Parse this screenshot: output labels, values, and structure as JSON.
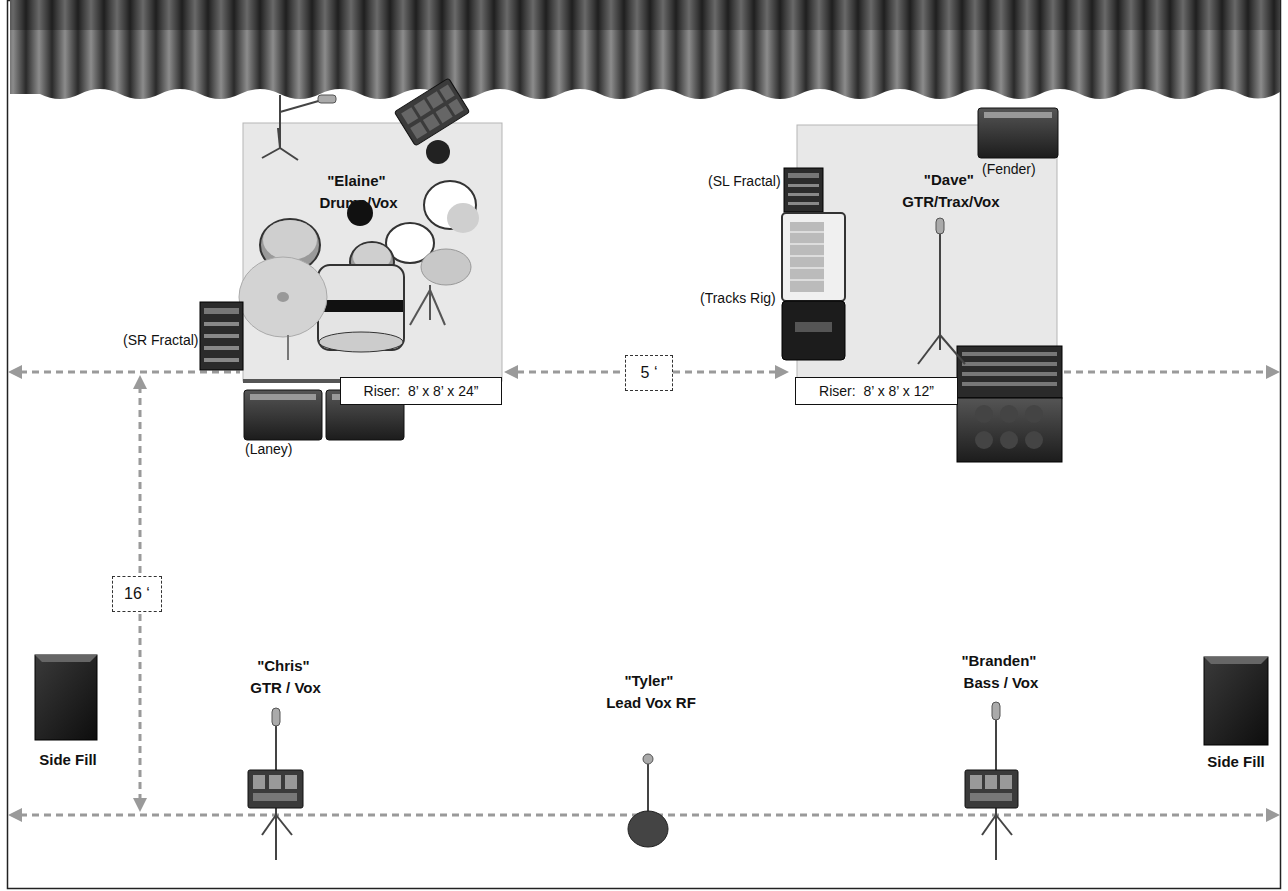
{
  "diagram": {
    "nodes": [
      {
        "text": [
          "\"Elaine\" Drums/Vox"
        ]
      },
      {
        "text": [
          "\"Dave\" GTR/Trax/Vox"
        ]
      },
      {
        "text": [
          "Riser:  8’ x 8’ x 24”"
        ]
      },
      {
        "text": [
          "5 ‘"
        ]
      },
      {
        "text": [
          "Riser:  8’ x 8’ x 12”"
        ]
      },
      {
        "text": [
          "16 ‘"
        ]
      }
    ],
    "labels": [
      "(SL Fractal)",
      "(Fender)",
      "(Tracks Rig)",
      "(SR Fractal)",
      "(Laney)",
      "\"Chris\" GTR / Vox",
      "\"Tyler\" Lead Vox RF",
      "\"Branden\" Bass / Vox",
      "Side Fill",
      "Side Fill"
    ]
  }
}
